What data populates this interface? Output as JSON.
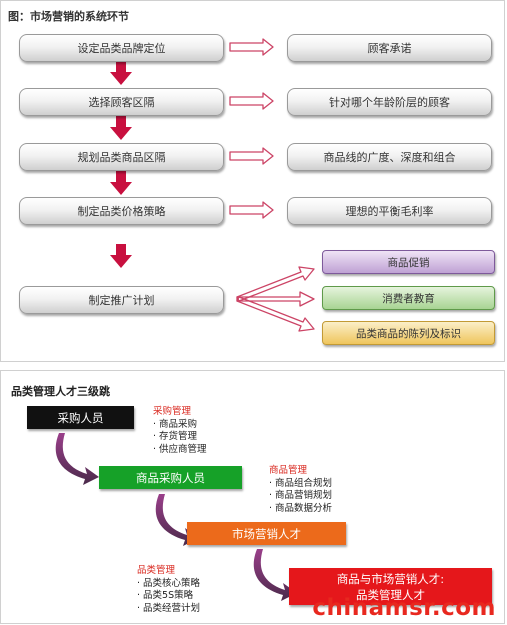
{
  "panel1": {
    "title": "图：市场营销的系统环节",
    "steps": [
      {
        "left": "设定品类品牌定位",
        "right": "顾客承诺"
      },
      {
        "left": "选择顾客区隔",
        "right": "针对哪个年龄阶层的顾客"
      },
      {
        "left": "规划品类商品区隔",
        "right": "商品线的广度、深度和组合"
      },
      {
        "left": "制定品类价格策略",
        "right": "理想的平衡毛利率"
      }
    ],
    "final_step": "制定推广计划",
    "options": [
      "商品促销",
      "消费者教育",
      "品类商品的陈列及标识"
    ],
    "colors": {
      "down_arrow": "#c8103f",
      "connector": "#cc4466"
    }
  },
  "panel2": {
    "title": "品类管理人才三级跳",
    "stages": [
      "采购人员",
      "商品采购人员",
      "市场营销人才",
      "商品与市场营销人才:",
      "品类管理人才"
    ],
    "groups": [
      {
        "title": "采购管理",
        "items": [
          "· 商品采购",
          "· 存货管理",
          "· 供应商管理"
        ]
      },
      {
        "title": "商品管理",
        "items": [
          "· 商品组合规划",
          "· 商品营销规划",
          "· 商品数据分析"
        ]
      },
      {
        "title": "品类管理",
        "items": [
          "· 品类核心策略",
          "· 品类5S策略",
          "· 品类经营计划"
        ]
      }
    ],
    "colors": {
      "stage1": "#111111",
      "stage2": "#16a128",
      "stage3": "#ec6a1b",
      "stage4": "#e5171b"
    }
  },
  "watermark": "chinamsr.com"
}
